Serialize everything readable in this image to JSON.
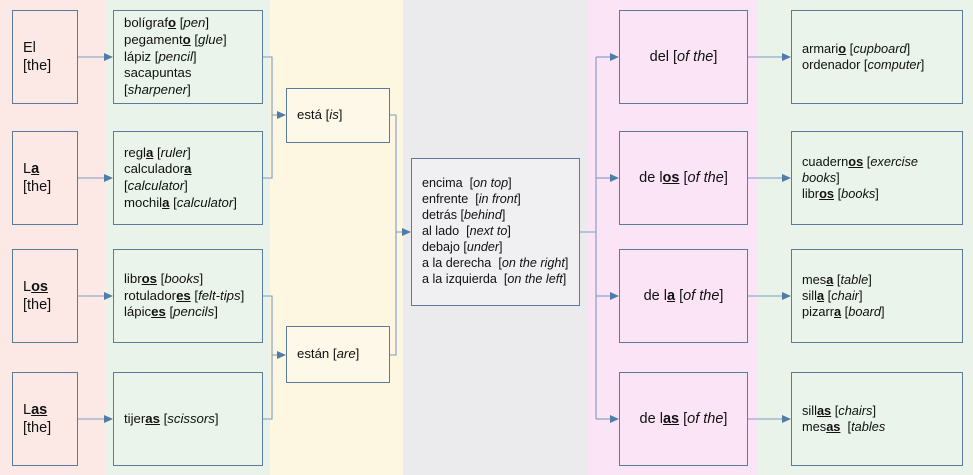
{
  "diagram": {
    "title": "Spanish classroom objects, articles, prepositions and contractions",
    "colors": {
      "band_articles": "#fce9e6",
      "band_nouns": "#eaf3ea",
      "band_verbs": "#fdf6e1",
      "band_prepositions": "#ebebed",
      "band_contractions": "#fce4f7",
      "band_objects": "#eaf3ea",
      "box_border": "#5b7b9a",
      "arrow": "#7c9dc0"
    }
  },
  "articles": [
    {
      "id": "el",
      "html": "El [the]"
    },
    {
      "id": "la",
      "html": "L<u>a</u> [the]"
    },
    {
      "id": "los",
      "html": "L<u>os</u> [the]"
    },
    {
      "id": "las",
      "html": "L<u>as</u> [the]"
    }
  ],
  "nouns": [
    {
      "id": "masc-singular",
      "html": "bol&iacute;graf<u>o</u> [<i>pen</i>]<br>pegament<u>o</u> [<i>glue</i>]<br>l&aacute;piz [<i>pencil</i>]<br>sacapuntas [<i>sharpener</i>]"
    },
    {
      "id": "fem-singular",
      "html": "regl<u>a</u> [<i>ruler</i>]<br>calculador<u>a</u> [<i>calculator</i>]<br>mochil<u>a</u> [<i>calculator</i>]"
    },
    {
      "id": "masc-plural",
      "html": "libr<u>os</u> [<i>books</i>]<br>rotulador<u>es</u> [<i>felt-tips</i>]<br>l&aacute;pic<u>es</u> [<i>pencils</i>]"
    },
    {
      "id": "fem-plural",
      "html": "tijer<u>as</u> [<i>scissors</i>]"
    }
  ],
  "verbs": [
    {
      "id": "esta",
      "html": "est&aacute; [<i>is</i>]"
    },
    {
      "id": "estan",
      "html": "est&aacute;n [<i>are</i>]"
    }
  ],
  "prepositions": {
    "id": "prepositions-list",
    "html": "encima&nbsp; [<i>on top</i>]<br>enfrente&nbsp; [<i>in front</i>]<br>detr&aacute;s [<i>behind</i>]<br>al lado&nbsp; [<i>next to</i>]<br>debajo [<i>under</i>]<br>a la derecha&nbsp; [<i>on the right</i>]<br>a la izquierda&nbsp; [<i>on the left</i>]",
    "items": [
      {
        "es": "encima",
        "en": "on top"
      },
      {
        "es": "enfrente",
        "en": "in front"
      },
      {
        "es": "detrás",
        "en": "behind"
      },
      {
        "es": "al lado",
        "en": "next to"
      },
      {
        "es": "debajo",
        "en": "under"
      },
      {
        "es": "a la derecha",
        "en": "on the right"
      },
      {
        "es": "a la izquierda",
        "en": "on the left"
      }
    ]
  },
  "contractions": [
    {
      "id": "del",
      "html": "del [<i>of the</i>]"
    },
    {
      "id": "de-los",
      "html": "de l<u>os</u> [<i>of the</i>]"
    },
    {
      "id": "de-la",
      "html": "de l<u>a</u> [<i>of the</i>]"
    },
    {
      "id": "de-las",
      "html": "de l<u>as</u> [<i>of the</i>]"
    }
  ],
  "objects": [
    {
      "id": "obj-masc-singular",
      "html": "armari<u>o</u> [<i>cupboard</i>]<br>ordenador [<i>computer</i>]"
    },
    {
      "id": "obj-masc-plural",
      "html": "cuadern<u>os</u> [<i>exercise books</i>]<br>libr<u>os</u> [<i>books</i>]"
    },
    {
      "id": "obj-fem-singular",
      "html": "mes<u>a</u> [<i>table</i>]<br>sill<u>a</u> [<i>chair</i>]<br>pizarr<u>a</u> [<i>board</i>]"
    },
    {
      "id": "obj-fem-plural",
      "html": "sill<u>as</u> [<i>chairs</i>]<br>mes<u>as</u>&nbsp; [<i>tables</i>"
    }
  ]
}
